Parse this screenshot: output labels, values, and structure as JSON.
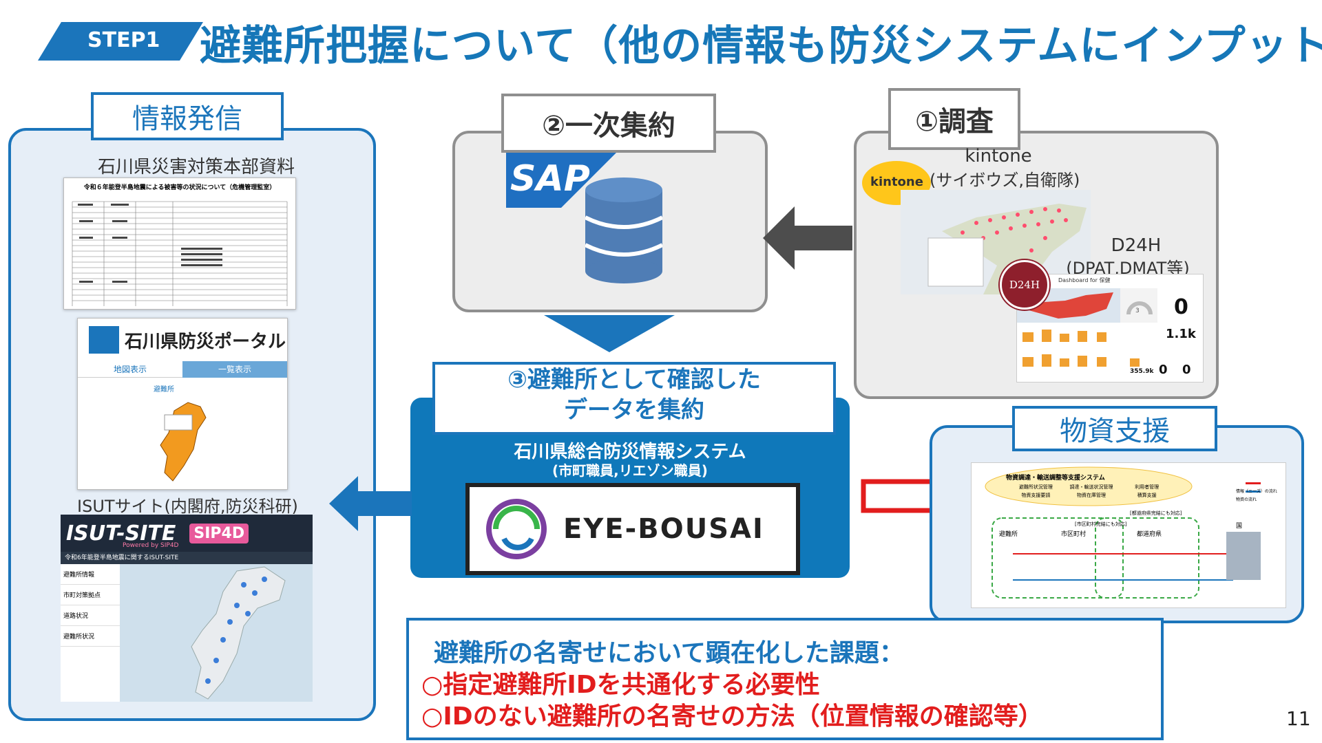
{
  "header": {
    "step_label": "STEP1",
    "title": "避難所把握について（他の情報も防災システムにインプット）"
  },
  "left_panel": {
    "tab": "情報発信",
    "doc_caption": "石川県災害対策本部資料",
    "doc_title": "令和６年能登半島地震による被害等の状況について（危機管理監室）",
    "portal_title": "石川県防災ポータル",
    "portal_tabs": [
      "地図表示",
      "一覧表示"
    ],
    "portal_heading": "避難所",
    "isut_caption": "ISUTサイト(内閣府,防災科研)",
    "isut_logo": "ISUT-SITE",
    "isut_powered": "Powered by SIP4D",
    "sip_logo": "SIP4D",
    "isut_page_title": "令和6年能登半島地震に関するISUT-SITE",
    "isut_menu": [
      "避難所情報",
      "市町対策拠点",
      "道路状況",
      "避難所状況"
    ]
  },
  "center_top": {
    "tab": "②一次集約",
    "sap_logo": "SAP"
  },
  "center_main": {
    "heading_line1": "③避難所として確認した",
    "heading_line2": "データを集約",
    "system_name": "石川県総合防災情報システム",
    "system_sub": "(市町職員,リエゾン職員)",
    "logo_text": "EYE-BOUSAI"
  },
  "right_top": {
    "tab": "①調査",
    "kintone_logo": "kintone",
    "kintone_label": "kintone",
    "kintone_sub": "(サイボウズ,自衛隊)",
    "d24h_badge": "D24H",
    "d24h_label": "D24H",
    "d24h_sub": "(DPAT,DMAT等)",
    "dashboard_title": "Dashboard for 保健",
    "gauge_value": "3",
    "kpis": [
      "0",
      "1.1k",
      "355.9k",
      "0",
      "0"
    ]
  },
  "right_bottom": {
    "tab": "物資支援",
    "diagram_title": "物資調達・輸送調整等支援システム",
    "diagram_boxes": [
      "避難所状況管理",
      "調達・輸送状況管理",
      "利用者管理",
      "物資支援要請",
      "物資在庫管理",
      "積算支援"
    ],
    "diagram_regions": [
      "[市区町村完結にも対応]",
      "[都道府県完結にも対応]"
    ],
    "diagram_nodes": [
      "避難所",
      "市区町村",
      "都道府県",
      "国"
    ],
    "diagram_legend": [
      "情報（ニーズ）の流れ",
      "物資の流れ"
    ]
  },
  "issues": {
    "heading": "避難所の名寄せにおいて顕在化した課題：",
    "items": [
      "○指定避難所IDを共通化する必要性",
      "○IDのない避難所の名寄せの方法（位置情報の確認等）"
    ]
  },
  "page_number": "11",
  "colors": {
    "brand_blue": "#1b75bb",
    "dark_blue": "#0f5f99",
    "alert_red": "#e21d1d",
    "gray": "#8f8f8f"
  }
}
